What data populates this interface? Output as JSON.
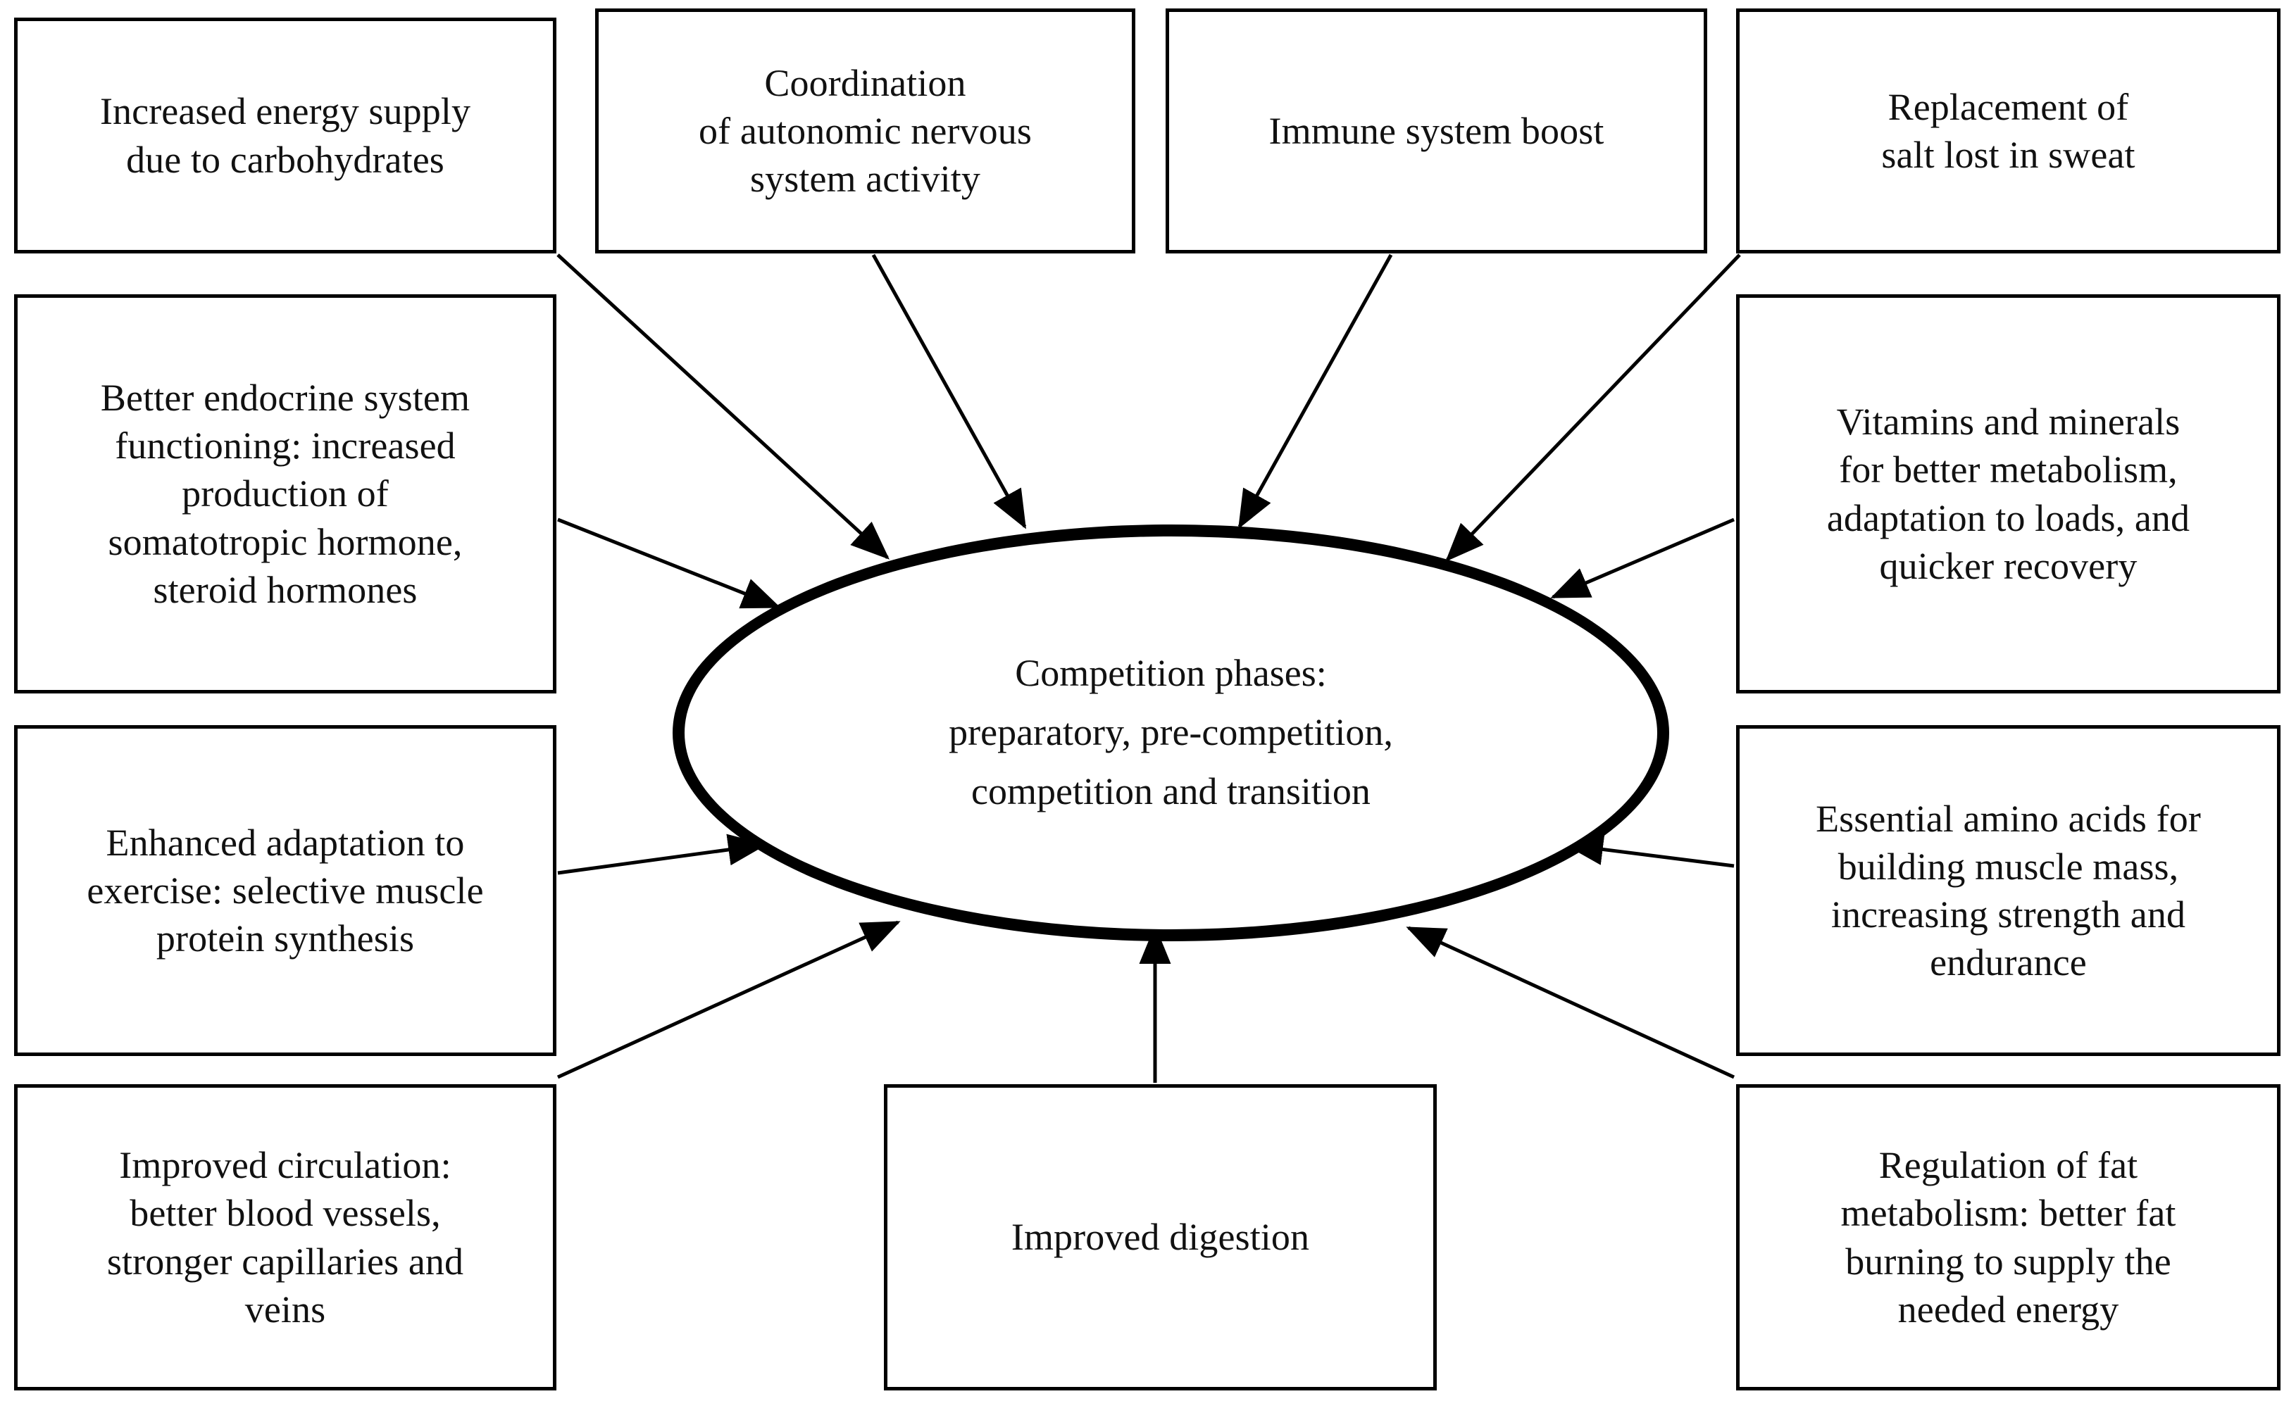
{
  "diagram": {
    "type": "hub-and-spoke",
    "center": {
      "shape": "ellipse",
      "text": "Competition phases:\npreparatory,  pre-competition,\ncompetition and transition"
    },
    "nodes": [
      {
        "id": "energy-supply",
        "text": "Increased energy supply\ndue to carbohydrates"
      },
      {
        "id": "coordination-ans",
        "text": "Coordination\nof autonomic nervous\nsystem activity"
      },
      {
        "id": "immune-boost",
        "text": "Immune system boost"
      },
      {
        "id": "salt-replacement",
        "text": "Replacement of\nsalt lost in sweat"
      },
      {
        "id": "endocrine-system",
        "text": "Better endocrine system\nfunctioning: increased\nproduction of\nsomatotropic hormone,\nsteroid hormones"
      },
      {
        "id": "vitamins-minerals",
        "text": "Vitamins and minerals\nfor better metabolism,\nadaptation to loads, and\nquicker recovery"
      },
      {
        "id": "exercise-adaptation",
        "text": "Enhanced adaptation to\nexercise: selective muscle\nprotein synthesis"
      },
      {
        "id": "amino-acids",
        "text": "Essential amino acids for\nbuilding muscle mass,\nincreasing strength and\nendurance"
      },
      {
        "id": "circulation",
        "text": "Improved circulation:\nbetter blood vessels,\nstronger capillaries and\nveins"
      },
      {
        "id": "digestion",
        "text": "Improved digestion"
      },
      {
        "id": "fat-metabolism",
        "text": "Regulation of fat\nmetabolism: better fat\nburning to supply the\nneeded energy"
      }
    ],
    "colors": {
      "stroke": "#000000",
      "fill": "#ffffff",
      "text": "#111111"
    }
  }
}
